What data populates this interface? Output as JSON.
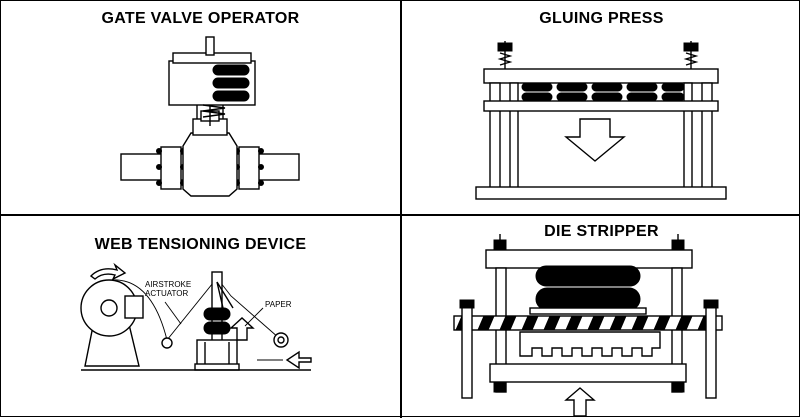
{
  "panels": {
    "gate_valve": {
      "title": "GATE VALVE OPERATOR"
    },
    "gluing_press": {
      "title": "GLUING PRESS"
    },
    "web_tensioning": {
      "title": "WEB TENSIONING DEVICE",
      "label_airstroke_line1": "AIRSTROKE",
      "label_airstroke_line2": "ACTUATOR",
      "label_paper": "PAPER"
    },
    "die_stripper": {
      "title": "DIE STRIPPER"
    }
  }
}
